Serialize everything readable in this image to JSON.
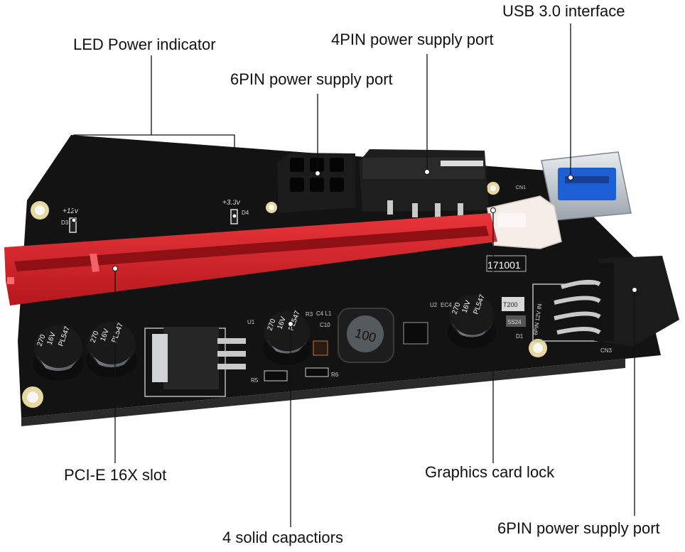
{
  "callouts": {
    "usb_interface": "USB 3.0 interface",
    "four_pin_port": "4PIN power supply port",
    "led_indicator": "LED Power indicator",
    "six_pin_port_top": "6PIN power supply port",
    "pcie_slot": "PCI-E 16X slot",
    "graphics_lock": "Graphics card lock",
    "capacitors": "4 solid capactiors",
    "six_pin_port_bottom": "6PIN power supply port"
  },
  "board": {
    "led_12v": "+12v",
    "led_33v": "+3.3v",
    "d3": "D3",
    "d4": "D4",
    "cn1": "CN1",
    "cn3": "CN3",
    "model_code": "171001",
    "inductor_code": "100",
    "u1": "U1",
    "u2": "U2",
    "ec4": "EC4",
    "c10": "C10",
    "r3": "R3",
    "c4l1": "C4 L1",
    "r5": "R5",
    "r6": "R6",
    "d1": "D1",
    "t200": "T200",
    "ss24": "SS24",
    "six_pin_silk": "6PIN 12V IN",
    "cap_270": "270",
    "cap_16v": "16V",
    "cap_pl": "PL547"
  },
  "colors": {
    "pcb": "#141414",
    "slot_red": "#d9262b",
    "usb_blue": "#1f5fd6",
    "connector": "#1b1b1b"
  }
}
